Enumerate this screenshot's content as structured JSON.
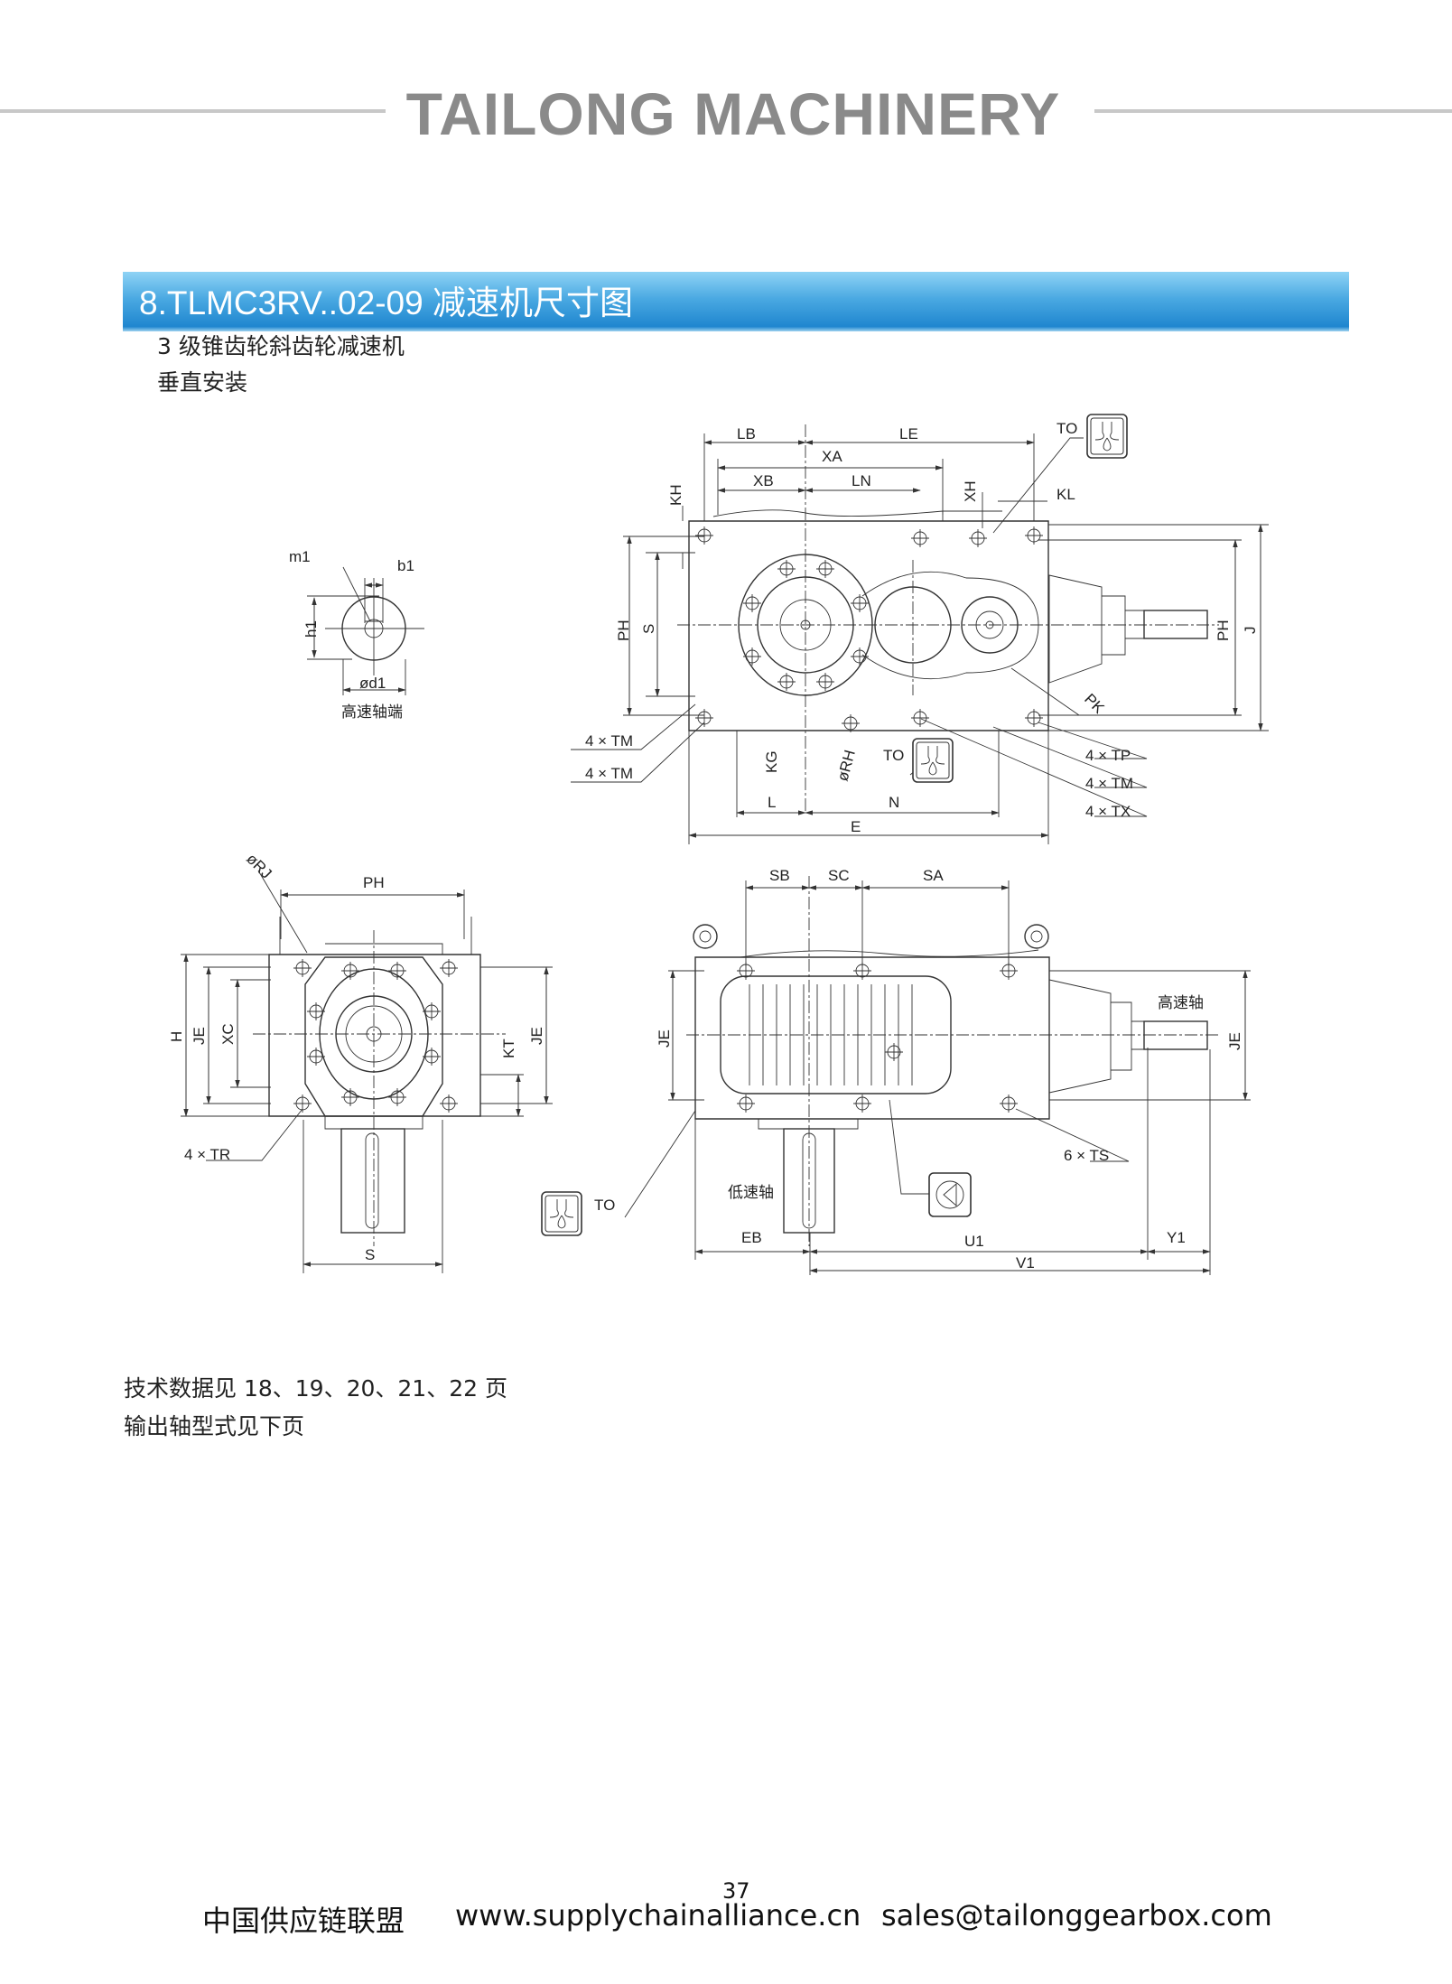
{
  "header": {
    "brand": "TAILONG MACHINERY"
  },
  "section": {
    "title": "8.TLMC3RV..02-09 减速机尺寸图",
    "subtitle_lines": [
      "3 级锥齿轮斜齿轮减速机",
      "垂直安装"
    ]
  },
  "shaft_end": {
    "m1": "m1",
    "b1": "b1",
    "h1": "h1",
    "d1": "ød1",
    "caption": "高速轴端"
  },
  "top_view": {
    "LB": "LB",
    "LE": "LE",
    "XA": "XA",
    "XB": "XB",
    "LN": "LN",
    "KH": "KH",
    "XH": "XH",
    "KL": "KL",
    "TO_top": "TO",
    "PH_left": "PH",
    "S": "S",
    "PH_right": "PH",
    "J": "J",
    "PK": "PK",
    "TM1": "4 × TM",
    "TM2": "4 × TM",
    "KG": "KG",
    "RH": "øRH",
    "TO_bottom": "TO",
    "TP": "4 × TP",
    "TM3": "4 × TM",
    "TX": "4 × TX",
    "L": "L",
    "N": "N",
    "E": "E"
  },
  "end_view": {
    "RJ": "øRJ",
    "PH": "PH",
    "H": "H",
    "JE_left": "JE",
    "XC": "XC",
    "KT": "KT",
    "JE_right": "JE",
    "TR": "4 × TR",
    "S": "S"
  },
  "side_view": {
    "SB": "SB",
    "SC": "SC",
    "SA": "SA",
    "JE_left": "JE",
    "JE_right": "JE",
    "high_speed_shaft": "高速轴",
    "low_speed_shaft": "低速轴",
    "TO": "TO",
    "TS": "6 × TS",
    "EB": "EB",
    "U1": "U1",
    "Y1": "Y1",
    "V1": "V1"
  },
  "notes": [
    "技术数据见 18、19、20、21、22 页",
    "输出轴型式见下页"
  ],
  "footer": {
    "page_number": "37",
    "org": "中国供应链联盟",
    "website": "www.supplychainalliance.cn",
    "email": "sales@tailonggearbox.com"
  }
}
